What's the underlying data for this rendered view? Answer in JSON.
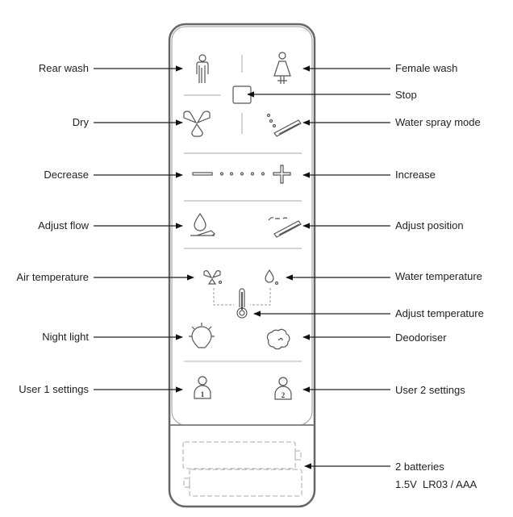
{
  "labels": {
    "rear_wash": "Rear wash",
    "female_wash": "Female wash",
    "stop": "Stop",
    "dry": "Dry",
    "water_spray_mode": "Water spray mode",
    "decrease": "Decrease",
    "increase": "Increase",
    "adjust_flow": "Adjust flow",
    "adjust_position": "Adjust position",
    "air_temperature": "Air temperature",
    "water_temperature": "Water temperature",
    "adjust_temperature": "Adjust temperature",
    "night_light": "Night light",
    "deodoriser": "Deodoriser",
    "user1_settings": "User 1 settings",
    "user2_settings": "User 2 settings",
    "batteries_line1": "2 batteries",
    "batteries_line2": "1.5V  LR03 / AAA"
  },
  "buttons": {
    "user1_number": "1",
    "user2_number": "2"
  }
}
